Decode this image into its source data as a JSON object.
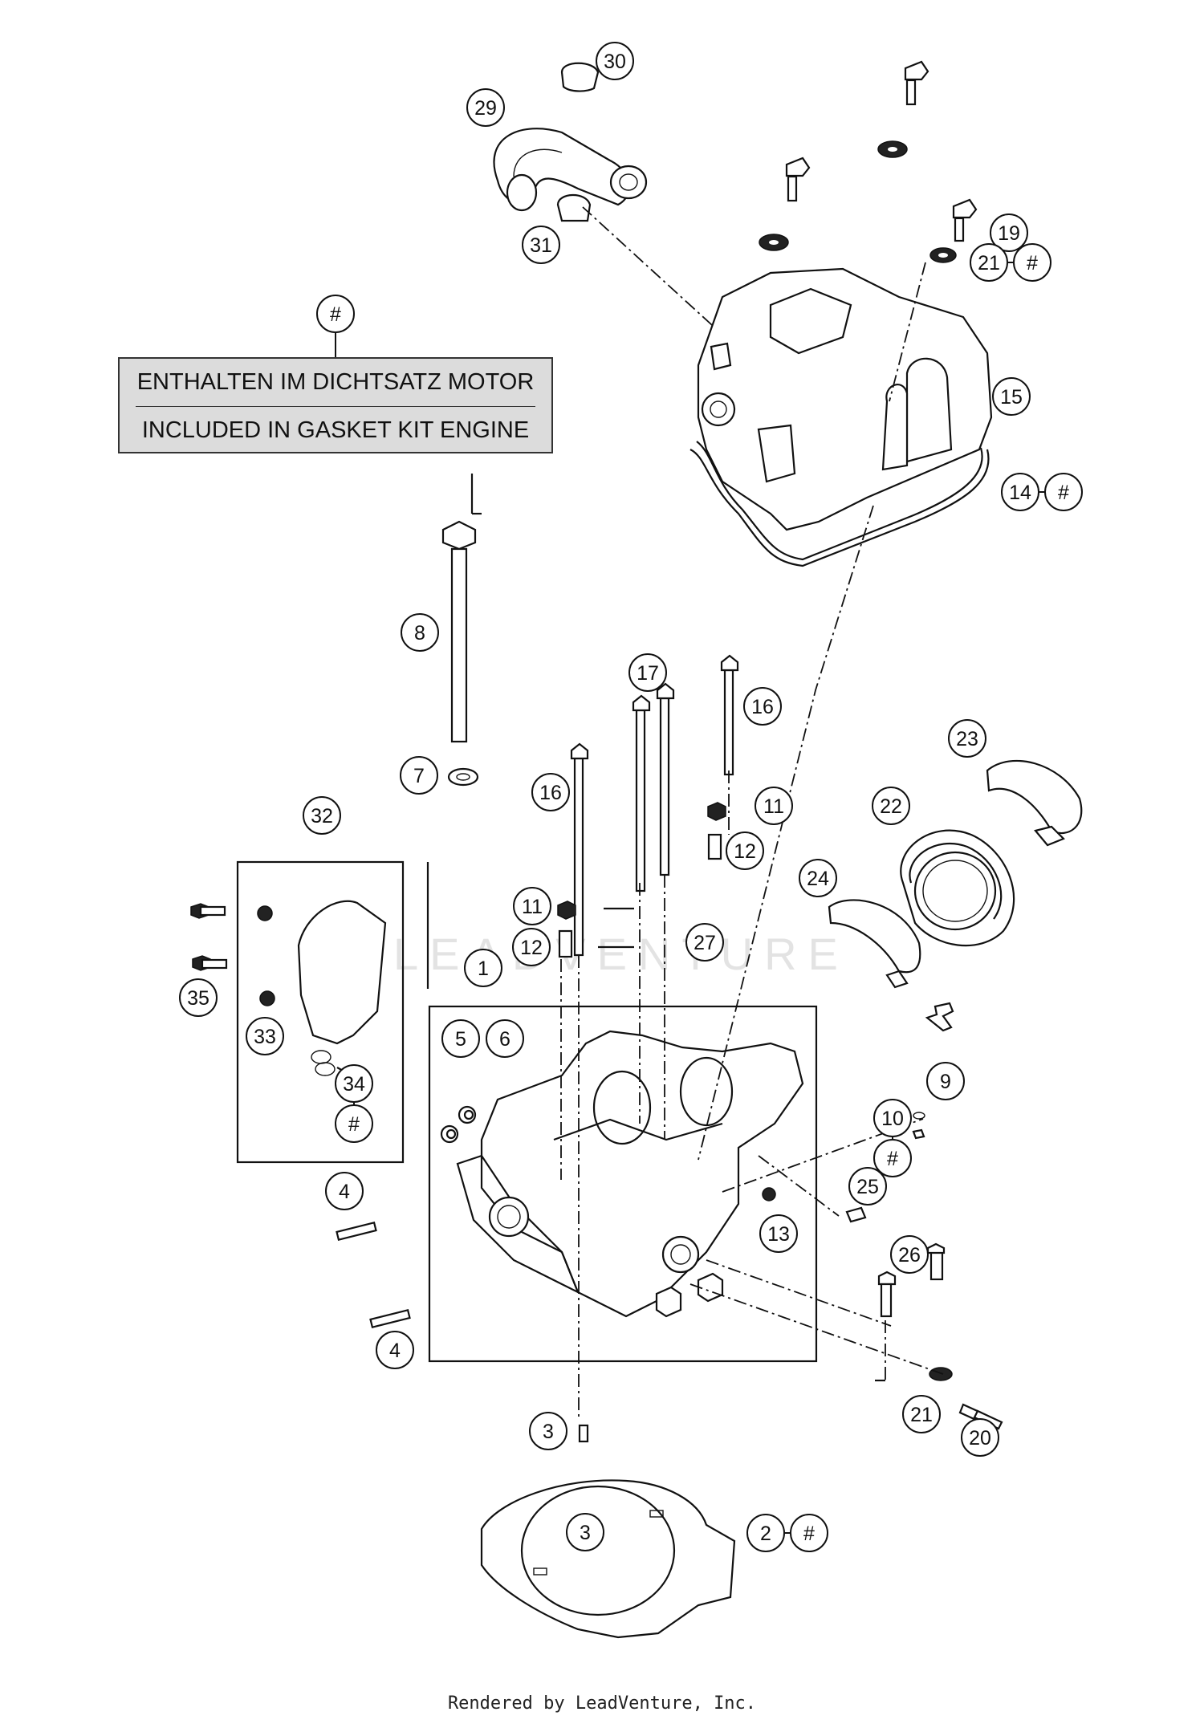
{
  "legend": {
    "symbol": "#",
    "line_de": "ENTHALTEN IM DICHTSATZ MOTOR",
    "line_en": "INCLUDED IN GASKET KIT ENGINE"
  },
  "watermark": "LEADVENTURE",
  "footer": "Rendered by LeadVenture, Inc.",
  "callouts": [
    {
      "label": "30"
    },
    {
      "label": "29"
    },
    {
      "label": "31"
    },
    {
      "label": "19"
    },
    {
      "label": "21",
      "hash": true
    },
    {
      "label": "15"
    },
    {
      "label": "14",
      "hash": true
    },
    {
      "label": "8"
    },
    {
      "label": "7"
    },
    {
      "label": "17"
    },
    {
      "label": "16"
    },
    {
      "label": "16"
    },
    {
      "label": "11"
    },
    {
      "label": "12"
    },
    {
      "label": "11"
    },
    {
      "label": "12"
    },
    {
      "label": "23"
    },
    {
      "label": "22"
    },
    {
      "label": "24"
    },
    {
      "label": "32"
    },
    {
      "label": "27"
    },
    {
      "label": "1"
    },
    {
      "label": "5"
    },
    {
      "label": "6"
    },
    {
      "label": "35"
    },
    {
      "label": "33"
    },
    {
      "label": "34",
      "hash_below": true
    },
    {
      "label": "9"
    },
    {
      "label": "10",
      "hash_below": true
    },
    {
      "label": "4"
    },
    {
      "label": "25"
    },
    {
      "label": "13"
    },
    {
      "label": "26"
    },
    {
      "label": "4"
    },
    {
      "label": "21"
    },
    {
      "label": "20"
    },
    {
      "label": "3"
    },
    {
      "label": "3"
    },
    {
      "label": "2",
      "hash": true
    }
  ]
}
